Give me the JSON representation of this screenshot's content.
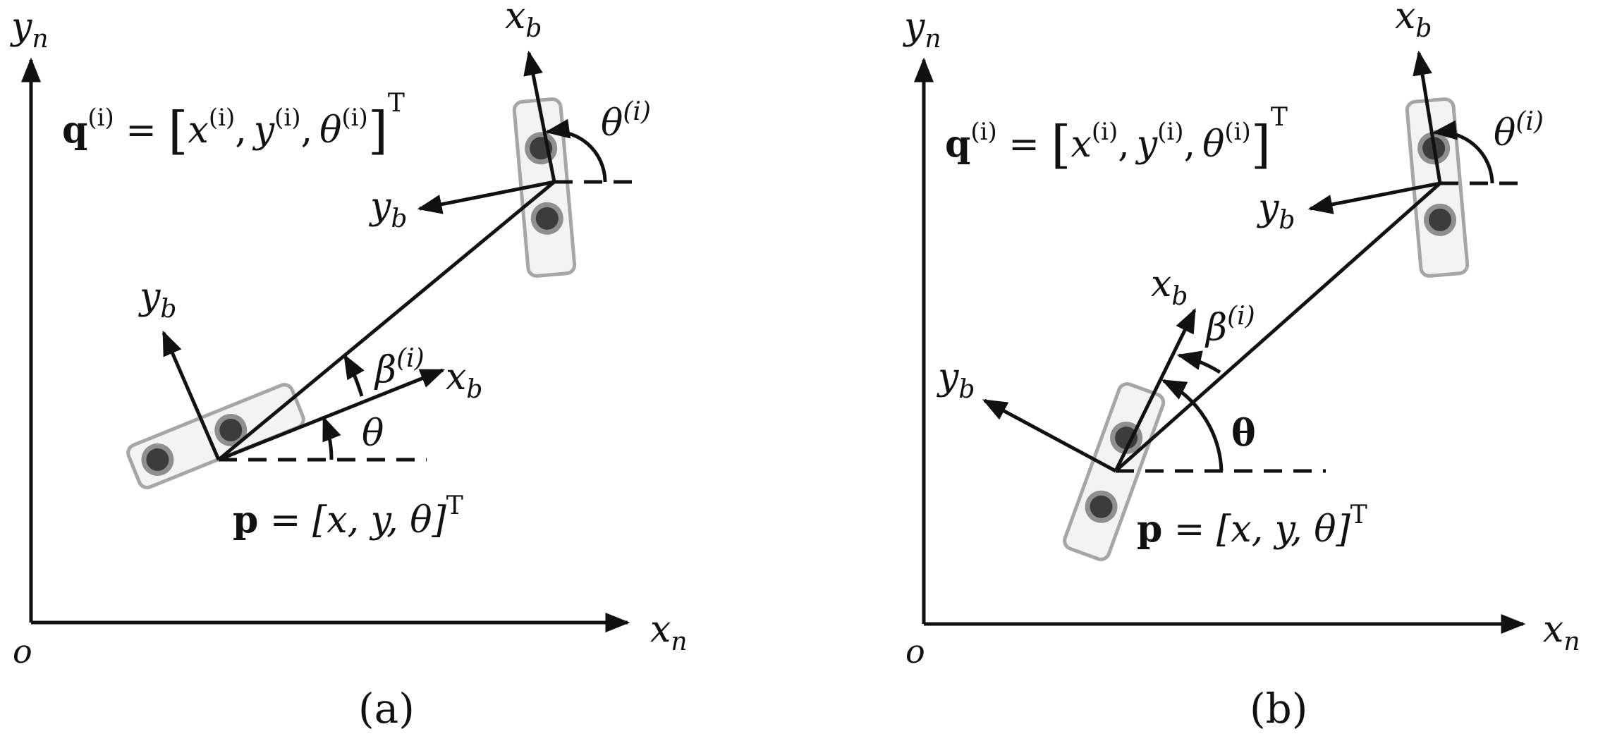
{
  "panel_a": {
    "caption": "(a)",
    "origin": "o",
    "axis_x": "x",
    "axis_x_sub": "n",
    "axis_y": "y",
    "axis_y_sub": "n",
    "q_bold": "q",
    "q_sup": "(i)",
    "q_eq": " = ",
    "q_bracket_l": "[",
    "q_x": "x",
    "q_x_sup": "(i)",
    "q_comma1": ",",
    "q_y": "y",
    "q_y_sup": "(i)",
    "q_comma2": ",",
    "q_th": "θ",
    "q_th_sup": "(i)",
    "q_bracket_r": "]",
    "q_T": "T",
    "p_bold": "p",
    "p_rest": " = [x, y, θ]",
    "p_T": "T",
    "theta_i": "θ",
    "theta_i_sup": "(i)",
    "beta_i": "β",
    "beta_i_sup": "(i)",
    "theta": "θ",
    "xb": "x",
    "xb_sub": "b",
    "yb": "y",
    "yb_sub": "b"
  },
  "panel_b": {
    "caption": "(b)",
    "origin": "o",
    "axis_x": "x",
    "axis_x_sub": "n",
    "axis_y": "y",
    "axis_y_sub": "n",
    "q_bold": "q",
    "q_sup": "(i)",
    "q_eq": " = ",
    "q_bracket_l": "[",
    "q_x": "x",
    "q_x_sup": "(i)",
    "q_comma1": ",",
    "q_y": "y",
    "q_y_sup": "(i)",
    "q_comma2": ",",
    "q_th": "θ",
    "q_th_sup": "(i)",
    "q_bracket_r": "]",
    "q_T": "T",
    "p_bold": "p",
    "p_rest": " = [x, y, θ]",
    "p_T": "T",
    "theta_i": "θ",
    "theta_i_sup": "(i)",
    "beta_i": "β",
    "beta_i_sup": "(i)",
    "theta": "θ",
    "xb": "x",
    "xb_sub": "b",
    "yb": "y",
    "yb_sub": "b"
  }
}
